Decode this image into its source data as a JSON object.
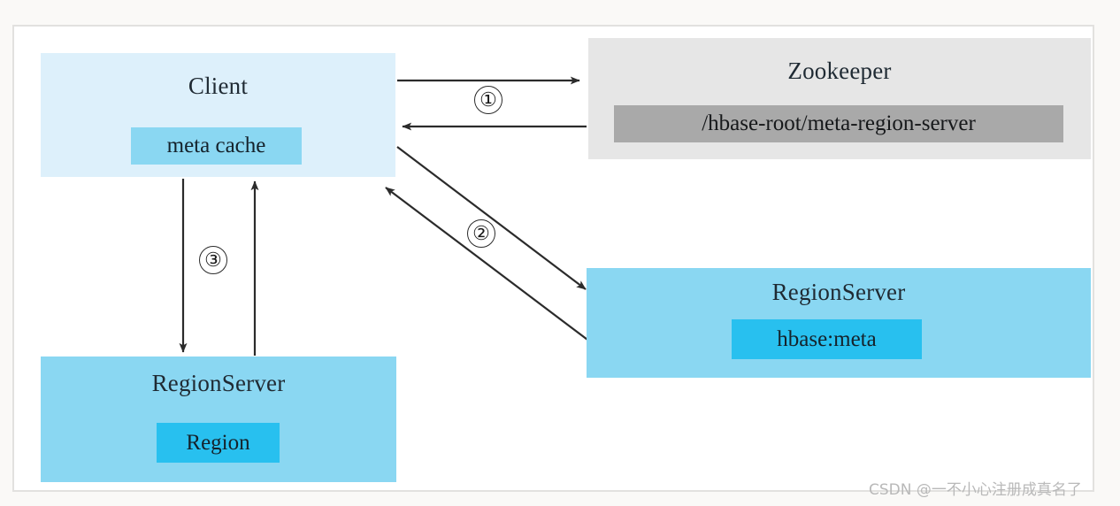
{
  "diagram": {
    "title": "HBase read/meta lookup flow",
    "colors": {
      "page_background": "#faf9f7",
      "frame_background": "#ffffff",
      "frame_border": "#e2e1df",
      "client_fill": "#ddf0fb",
      "client_chip_fill": "#8ad7f2",
      "zookeeper_fill": "#e6e6e6",
      "zookeeper_chip_fill": "#a9a9a9",
      "regionserver_fill": "#8ad7f2",
      "regionserver_chip_fill": "#28c0ef",
      "arrow_stroke": "#2b2b2b",
      "watermark_text": "#b9b9b9"
    },
    "nodes": {
      "client": {
        "title": "Client",
        "chip": "meta cache"
      },
      "zookeeper": {
        "title": "Zookeeper",
        "chip": "/hbase-root/meta-region-server"
      },
      "regionserver_meta": {
        "title": "RegionServer",
        "chip": "hbase:meta"
      },
      "regionserver_region": {
        "title": "RegionServer",
        "chip": "Region"
      }
    },
    "steps": [
      {
        "id": "step-1",
        "label": "①",
        "from": "client",
        "to": "zookeeper",
        "direction": "bidirectional"
      },
      {
        "id": "step-2",
        "label": "②",
        "from": "client",
        "to": "regionserver_meta",
        "direction": "bidirectional"
      },
      {
        "id": "step-3",
        "label": "③",
        "from": "client",
        "to": "regionserver_region",
        "direction": "bidirectional"
      }
    ],
    "watermark": "CSDN @一不小心注册成真名了"
  }
}
